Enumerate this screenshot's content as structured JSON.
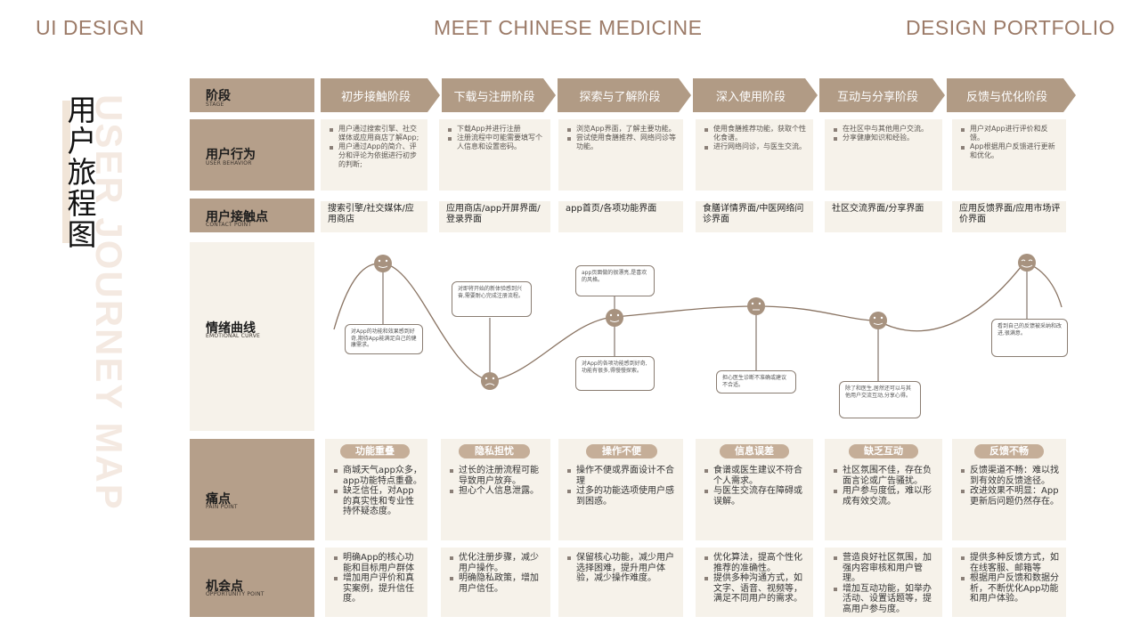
{
  "header": {
    "left": "UI DESIGN",
    "center": "MEET CHINESE MEDICINE",
    "right": "DESIGN PORTFOLIO"
  },
  "title": {
    "chinese": "用户旅程图",
    "watermark": "USER JOURNEY MAP"
  },
  "rows": {
    "stage": {
      "zh": "阶段",
      "en": "STAGE"
    },
    "behavior": {
      "zh": "用户行为",
      "en": "USER BEHAVIOR"
    },
    "contact": {
      "zh": "用户接触点",
      "en": "CONTACT POINT"
    },
    "emotion": {
      "zh": "情绪曲线",
      "en": "EMOTIONAL CURVE"
    },
    "pain": {
      "zh": "痛点",
      "en": "PAIN POINT"
    },
    "opportunity": {
      "zh": "机会点",
      "en": "OPPORTUNITY POINT"
    }
  },
  "stages": [
    {
      "name": "初步接触阶段",
      "behavior": [
        "用户通过搜索引擎、社交媒体或应用商店了解App;",
        "用户通过App的简介、评分和评论为依据进行初步的判断;"
      ],
      "contact": "搜索引擎/社交媒体/应用商店",
      "pain_title": "功能重叠",
      "pain": [
        "商城天气app众多，app功能特点重叠。",
        "缺乏信任，对App的真实性和专业性持怀疑态度。"
      ],
      "opportunity": [
        "明确App的核心功能和目标用户群体",
        "增加用户评价和真实案例，提升信任度。"
      ]
    },
    {
      "name": "下载与注册阶段",
      "behavior": [
        "下载App并进行注册",
        "注册流程中可能需要填写个人信息和设置密码。"
      ],
      "contact": "应用商店/app开屏界面/登录界面",
      "pain_title": "隐私担忧",
      "pain": [
        "过长的注册流程可能导致用户放弃。",
        "担心个人信息泄露。"
      ],
      "opportunity": [
        "优化注册步骤，减少用户操作。",
        "明确隐私政策，增加用户信任。"
      ]
    },
    {
      "name": "探索与了解阶段",
      "behavior": [
        "浏览App界面，了解主要功能。",
        "尝试使用食膳推荐、网络问诊等功能。"
      ],
      "contact": "app首页/各项功能界面",
      "pain_title": "操作不便",
      "pain": [
        "操作不便或界面设计不合理",
        "过多的功能选项使用户感到困惑。"
      ],
      "opportunity": [
        "保留核心功能，减少用户选择困难，提升用户体验，减少操作难度。"
      ]
    },
    {
      "name": "深入使用阶段",
      "behavior": [
        "使用食膳推荐功能，获取个性化食谱。",
        "进行网络问诊，与医生交流。"
      ],
      "contact": "食膳详情界面/中医网络问诊界面",
      "pain_title": "信息误差",
      "pain": [
        "食谱或医生建议不符合个人需求。",
        "与医生交流存在障碍或误解。"
      ],
      "opportunity": [
        "优化算法，提高个性化推荐的准确性。",
        "提供多种沟通方式，如文字、语音、视频等，满足不同用户的需求。"
      ]
    },
    {
      "name": "互动与分享阶段",
      "behavior": [
        "在社区中与其他用户交流。",
        "分享健康知识和经验。"
      ],
      "contact": "社区交流界面/分享界面",
      "pain_title": "缺乏互动",
      "pain": [
        "社区氛围不佳，存在负面言论或广告骚扰。",
        "用户参与度低，难以形成有效交流。"
      ],
      "opportunity": [
        "营造良好社区氛围，加强内容审核和用户管理。",
        "增加互动功能，如举办活动、设置话题等，提高用户参与度。"
      ]
    },
    {
      "name": "反馈与优化阶段",
      "behavior": [
        "用户对App进行评价和反馈。",
        "App根据用户反馈进行更新和优化。"
      ],
      "contact": "应用反馈界面/应用市场评价界面",
      "pain_title": "反馈不畅",
      "pain": [
        "反馈渠道不畅：难以找到有效的反馈途径。",
        "改进效果不明显：App更新后问题仍然存在。"
      ],
      "opportunity": [
        "提供多种反馈方式，如在线客服、邮箱等",
        "根据用户反馈和数据分析，不断优化App功能和用户体验。"
      ]
    }
  ],
  "emotion_notes": [
    "对App的功能和效果感到好奇,期待App能满足自己的健康需求。",
    "对即将开始的新体验感到兴奋,需要耐心完成注册流程。",
    "app页面做的很漂亮,是喜欢的风格。",
    "对App的各项功能感到好奇,功能有很多,得慢慢探索。",
    "担心医生诊断不准确或建议不合适。",
    "除了和医生,居然还可以与其他用户交流互动,分享心得。",
    "看到自己的反馈被采纳和改进,很满意。"
  ],
  "colors": {
    "header_text": "#9c7b68",
    "row_header": "#b59f8a",
    "stage_arrow": "#b19b85",
    "cell_bg": "#f6f2ea",
    "badge": "#c5ae98",
    "curve": "#8a7463"
  }
}
